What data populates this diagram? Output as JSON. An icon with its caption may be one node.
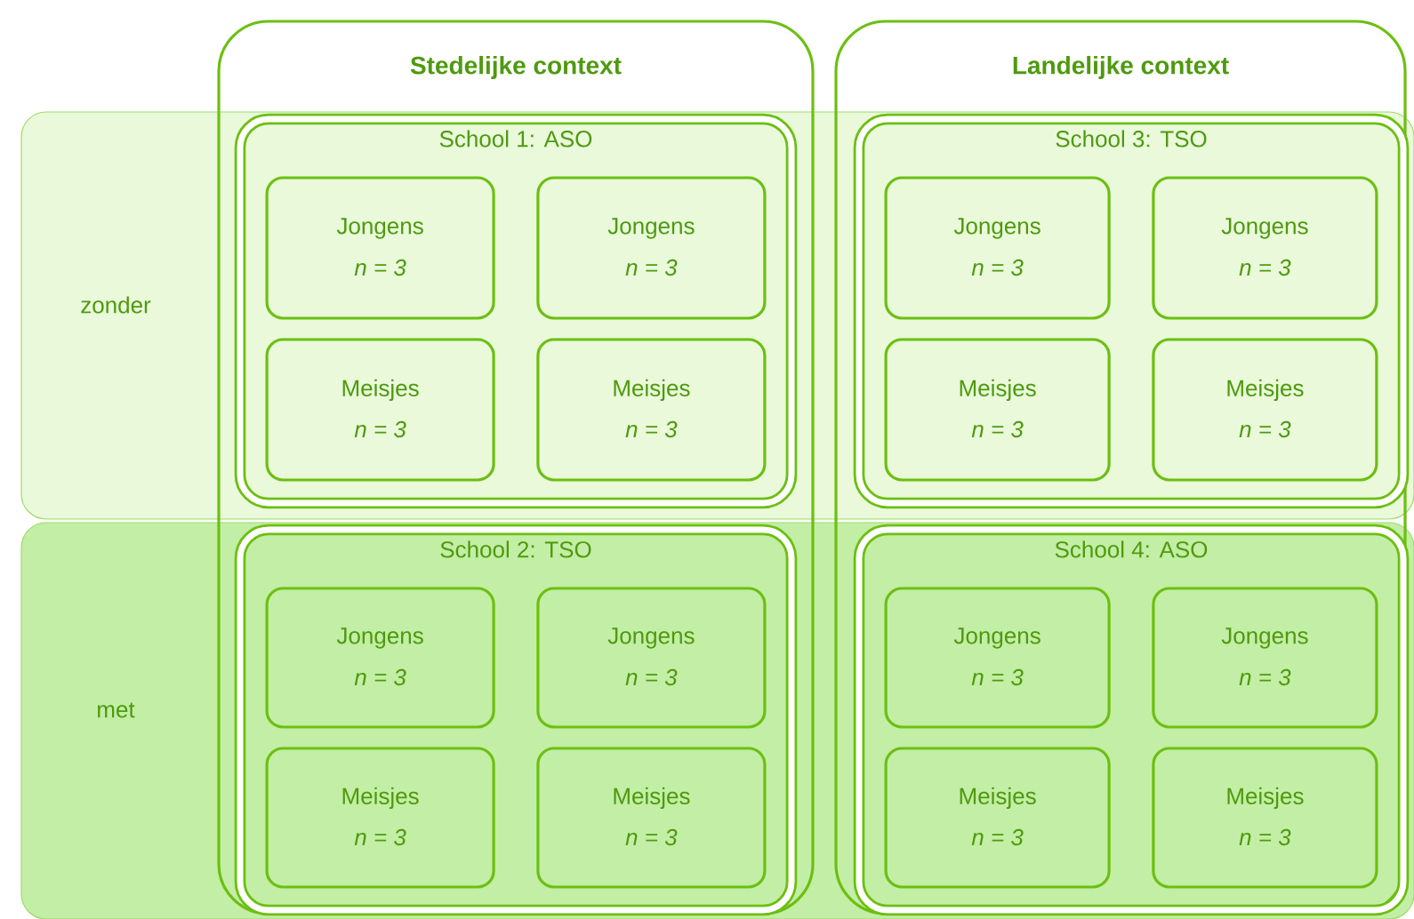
{
  "diagram": {
    "nodes": [
      {
        "text": [
          "Stedelijke context"
        ]
      },
      {
        "text": [
          "Landelijke context"
        ]
      },
      {
        "text": [
          "zonder"
        ]
      },
      {
        "text": [
          "met"
        ]
      },
      {
        "text": [
          "School 1: ASO"
        ]
      },
      {
        "text": [
          "Jongens",
          "n = 3"
        ],
        "in": 4
      },
      {
        "text": [
          "Jongens",
          "n = 3"
        ],
        "in": 4
      },
      {
        "text": [
          "Meisjes",
          "n = 3"
        ],
        "in": 4
      },
      {
        "text": [
          "Meisjes",
          "n = 3"
        ],
        "in": 4
      },
      {
        "text": [
          "School 3: TSO"
        ]
      },
      {
        "text": [
          "Jongens",
          "n = 3"
        ],
        "in": 9
      },
      {
        "text": [
          "Jongens",
          "n = 3"
        ],
        "in": 9
      },
      {
        "text": [
          "Meisjes",
          "n = 3"
        ],
        "in": 9
      },
      {
        "text": [
          "Meisjes",
          "n = 3"
        ],
        "in": 9
      },
      {
        "text": [
          "School 2: TSO"
        ]
      },
      {
        "text": [
          "Jongens",
          "n = 3"
        ],
        "in": 14
      },
      {
        "text": [
          "Jongens",
          "n = 3"
        ],
        "in": 14
      },
      {
        "text": [
          "Meisjes",
          "n = 3"
        ],
        "in": 14
      },
      {
        "text": [
          "Meisjes",
          "n = 3"
        ],
        "in": 14
      },
      {
        "text": [
          "School 4: ASO"
        ]
      },
      {
        "text": [
          "Jongens",
          "n = 3"
        ],
        "in": 19
      },
      {
        "text": [
          "Jongens",
          "n = 3"
        ],
        "in": 19
      },
      {
        "text": [
          "Meisjes",
          "n = 3"
        ],
        "in": 19
      },
      {
        "text": [
          "Meisjes",
          "n = 3"
        ],
        "in": 19
      }
    ]
  }
}
